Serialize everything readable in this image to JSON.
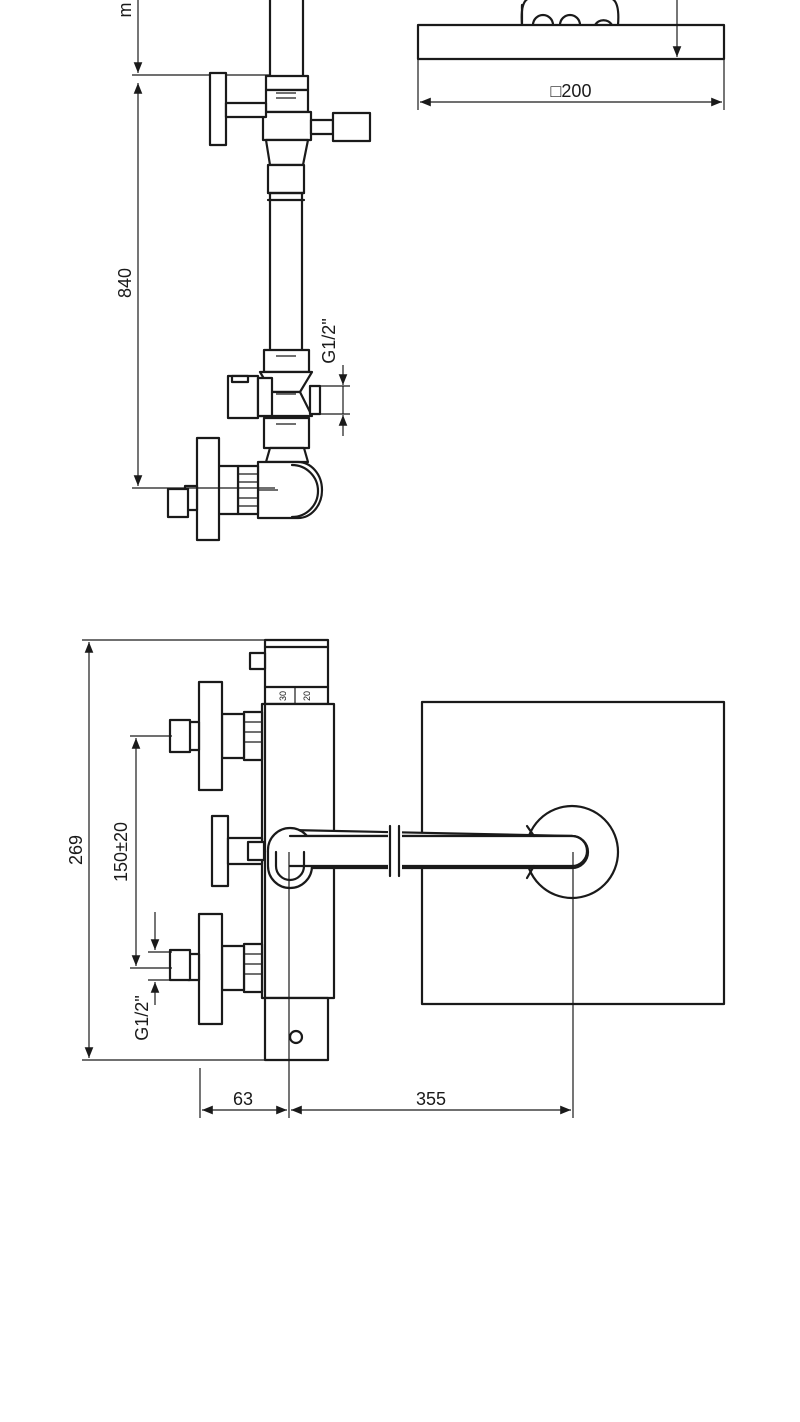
{
  "side_view": {
    "top_dimension_fragment": "m",
    "dim_height": "840",
    "dim_thread": "G1/2\"",
    "dim_head_size": "□200"
  },
  "front_view": {
    "dim_total_height": "269",
    "dim_spacing": "150±20",
    "dim_thread": "G1/2\"",
    "dim_depth": "63",
    "dim_arm_length": "355",
    "scale_30": "30",
    "scale_20": "20"
  },
  "colors": {
    "line": "#1a1a1a",
    "background": "#ffffff"
  }
}
